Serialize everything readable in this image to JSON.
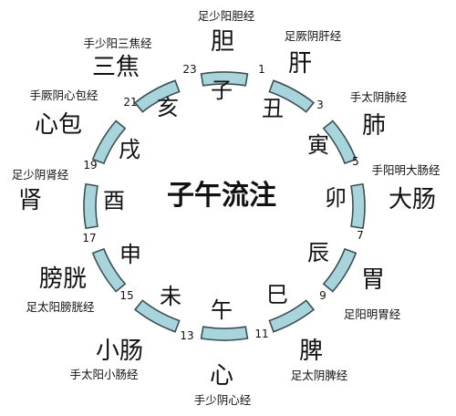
{
  "title": "子午流注",
  "colors": {
    "arc_fill": "#a8d4dc",
    "arc_stroke": "#3c4f55",
    "text": "#111111"
  },
  "hours": [
    "1",
    "3",
    "5",
    "7",
    "9",
    "11",
    "13",
    "15",
    "17",
    "19",
    "21",
    "23"
  ],
  "sectors": [
    {
      "branch": "子",
      "organ": "胆",
      "meridian": "足少阳胆经"
    },
    {
      "branch": "丑",
      "organ": "肝",
      "meridian": "足厥阴肝经"
    },
    {
      "branch": "寅",
      "organ": "肺",
      "meridian": "手太阴肺经"
    },
    {
      "branch": "卯",
      "organ": "大肠",
      "meridian": "手阳明大肠经"
    },
    {
      "branch": "辰",
      "organ": "胃",
      "meridian": "足阳明胃经"
    },
    {
      "branch": "巳",
      "organ": "脾",
      "meridian": "足太阴脾经"
    },
    {
      "branch": "午",
      "organ": "心",
      "meridian": "手少阴心经"
    },
    {
      "branch": "未",
      "organ": "小肠",
      "meridian": "手太阳小肠经"
    },
    {
      "branch": "申",
      "organ": "膀胱",
      "meridian": "足太阳膀胱经"
    },
    {
      "branch": "酉",
      "organ": "肾",
      "meridian": "足少阴肾经"
    },
    {
      "branch": "戌",
      "organ": "心包",
      "meridian": "手厥阴心包经"
    },
    {
      "branch": "亥",
      "organ": "三焦",
      "meridian": "手少阳三焦经"
    }
  ]
}
